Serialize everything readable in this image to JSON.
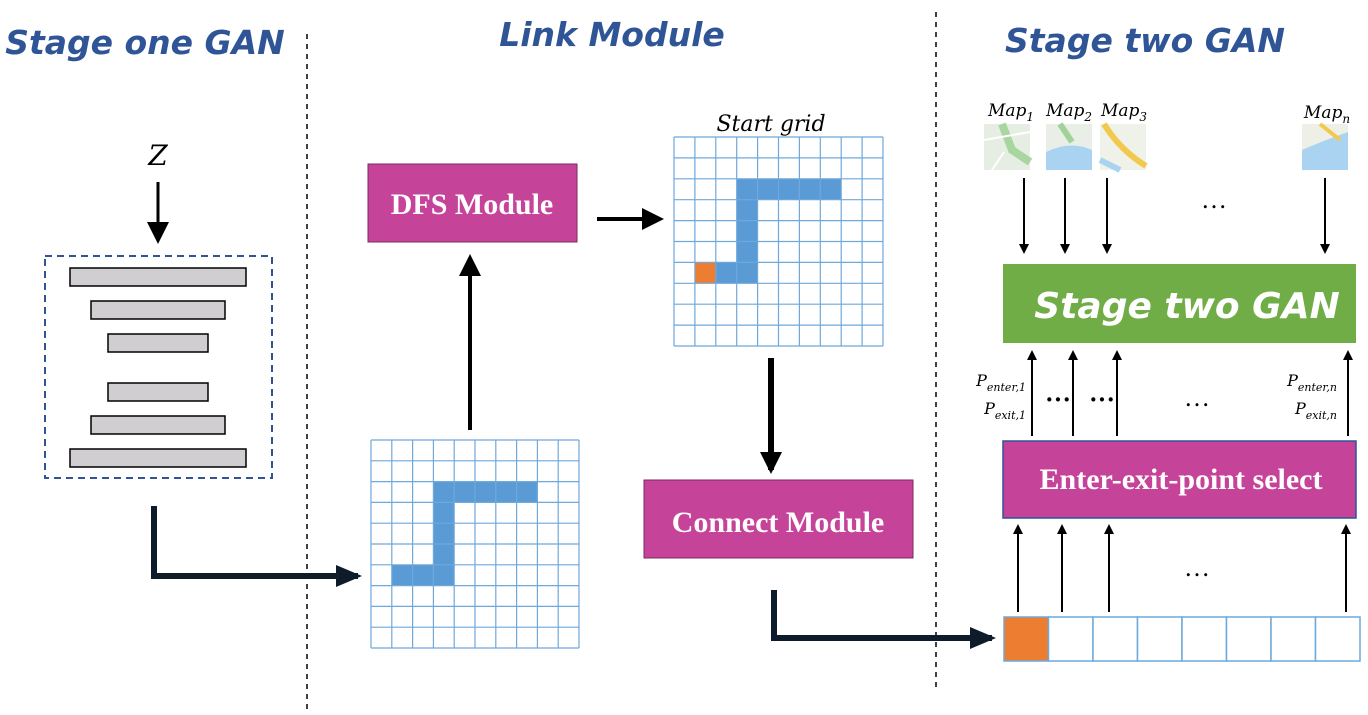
{
  "titles": {
    "stage_one": "Stage one GAN",
    "link_module": "Link Module",
    "stage_two": "Stage two GAN"
  },
  "stage_one": {
    "noise_label": "Z"
  },
  "link": {
    "dfs_module": "DFS Module",
    "start_grid": "Start grid",
    "connect_module": "Connect Module"
  },
  "stage_two": {
    "maps": [
      {
        "base": "Map",
        "sub": "1"
      },
      {
        "base": "Map",
        "sub": "2"
      },
      {
        "base": "Map",
        "sub": "3"
      },
      {
        "base": "Map",
        "sub": "n"
      }
    ],
    "generator": "Stage two GAN",
    "select": "Enter-exit-point select",
    "p_enter_1": {
      "base": "P",
      "sub": "enter,1"
    },
    "p_exit_1": {
      "base": "P",
      "sub": "exit,1"
    },
    "p_enter_n": {
      "base": "P",
      "sub": "enter,n"
    },
    "p_exit_n": {
      "base": "P",
      "sub": "exit,n"
    },
    "ellipsis": "…",
    "ellipsis_short": "···"
  },
  "colors": {
    "title": "#2f5597",
    "module_box": "#c5449a",
    "gan_box": "#70ad47",
    "grid_line": "#6fa8dc",
    "path": "#5b9bd5",
    "start_cell": "#ed7d31",
    "arrow_dark": "#0d1b2a"
  }
}
